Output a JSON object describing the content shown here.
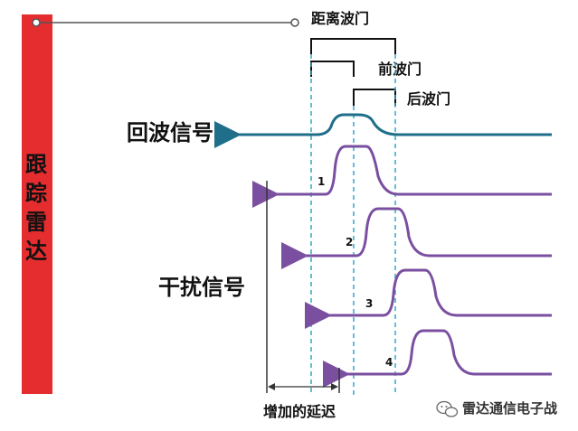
{
  "radar": {
    "label_chars": [
      "跟",
      "踪",
      "雷",
      "达"
    ],
    "color": "#e52d2f"
  },
  "gates": {
    "range_gate": "距离波门",
    "front_gate": "前波门",
    "back_gate": "后波门"
  },
  "echo": {
    "label": "回波信号",
    "color": "#1f6f8b"
  },
  "jamming": {
    "label": "干扰信号",
    "color": "#7a4fa0",
    "numbers": [
      "1",
      "2",
      "3",
      "4"
    ]
  },
  "delay_label": "增加的延迟",
  "watermark": {
    "text": "雷达通信电子战",
    "icon": "wechat-icon"
  }
}
